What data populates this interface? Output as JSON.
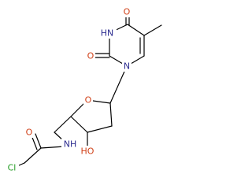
{
  "colors": {
    "background": "#ffffff",
    "bond": "#000000",
    "nitrogen": "#2b2b8f",
    "oxygen": "#d04018",
    "chlorine": "#1f9a1f",
    "carbon": "#000000"
  },
  "atoms": {
    "n3_label": "HN",
    "o4_label": "O",
    "o2_label": "O",
    "n1_label": "N",
    "methyl_label": "",
    "ring_o_label": "O",
    "oh_label": "HO",
    "nh_label": "NH",
    "amide_o_label": "O",
    "cl_label": "Cl"
  }
}
